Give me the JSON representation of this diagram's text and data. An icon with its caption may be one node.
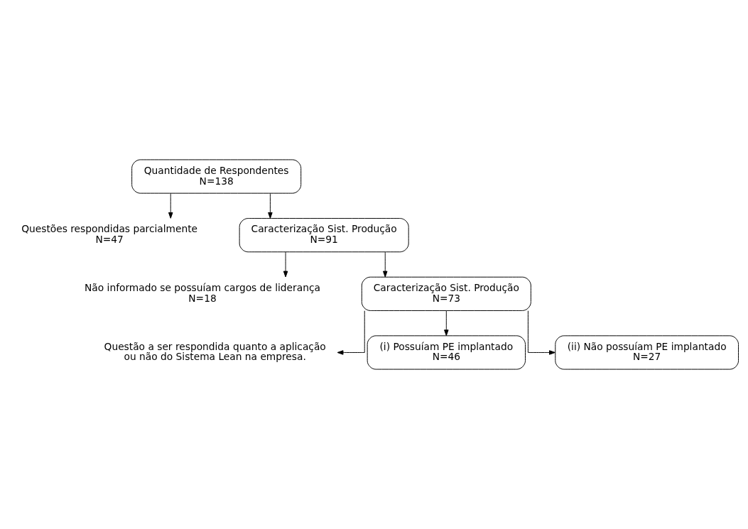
{
  "diagram": {
    "nodes": [
      {
        "text": [
          "Quantidade de Respondentes",
          "N=138"
        ]
      },
      {
        "text": [
          "Questões respondidas parcialmente",
          "N=47"
        ]
      },
      {
        "text": [
          "Caracterização Sist. Produção",
          "N=91"
        ]
      },
      {
        "text": [
          "Não informado se possuíam cargos de liderança",
          "N=18"
        ]
      },
      {
        "text": [
          "Caracterização Sist. Produção",
          "N=73"
        ]
      },
      {
        "text": [
          "Questão a ser respondida quanto a aplicação ou não do Sistema Lean na empresa."
        ]
      },
      {
        "text": [
          "(i) Possuíam PE implantado",
          "N=46"
        ]
      },
      {
        "text": [
          "(ii) Não possuíam PE implantado",
          "N=27"
        ]
      }
    ],
    "edges": [
      {
        "from": 0,
        "to": 2,
        "arrow": "to"
      },
      {
        "from": 0,
        "to": 1,
        "arrow": "to"
      },
      {
        "from": 2,
        "to": 4,
        "arrow": "to"
      },
      {
        "from": 2,
        "to": 3,
        "arrow": "to"
      },
      {
        "from": 4,
        "to": 5,
        "arrow": "to"
      },
      {
        "from": 4,
        "to": 6,
        "arrow": "to"
      },
      {
        "from": 4,
        "to": 7,
        "arrow": "to"
      }
    ]
  }
}
